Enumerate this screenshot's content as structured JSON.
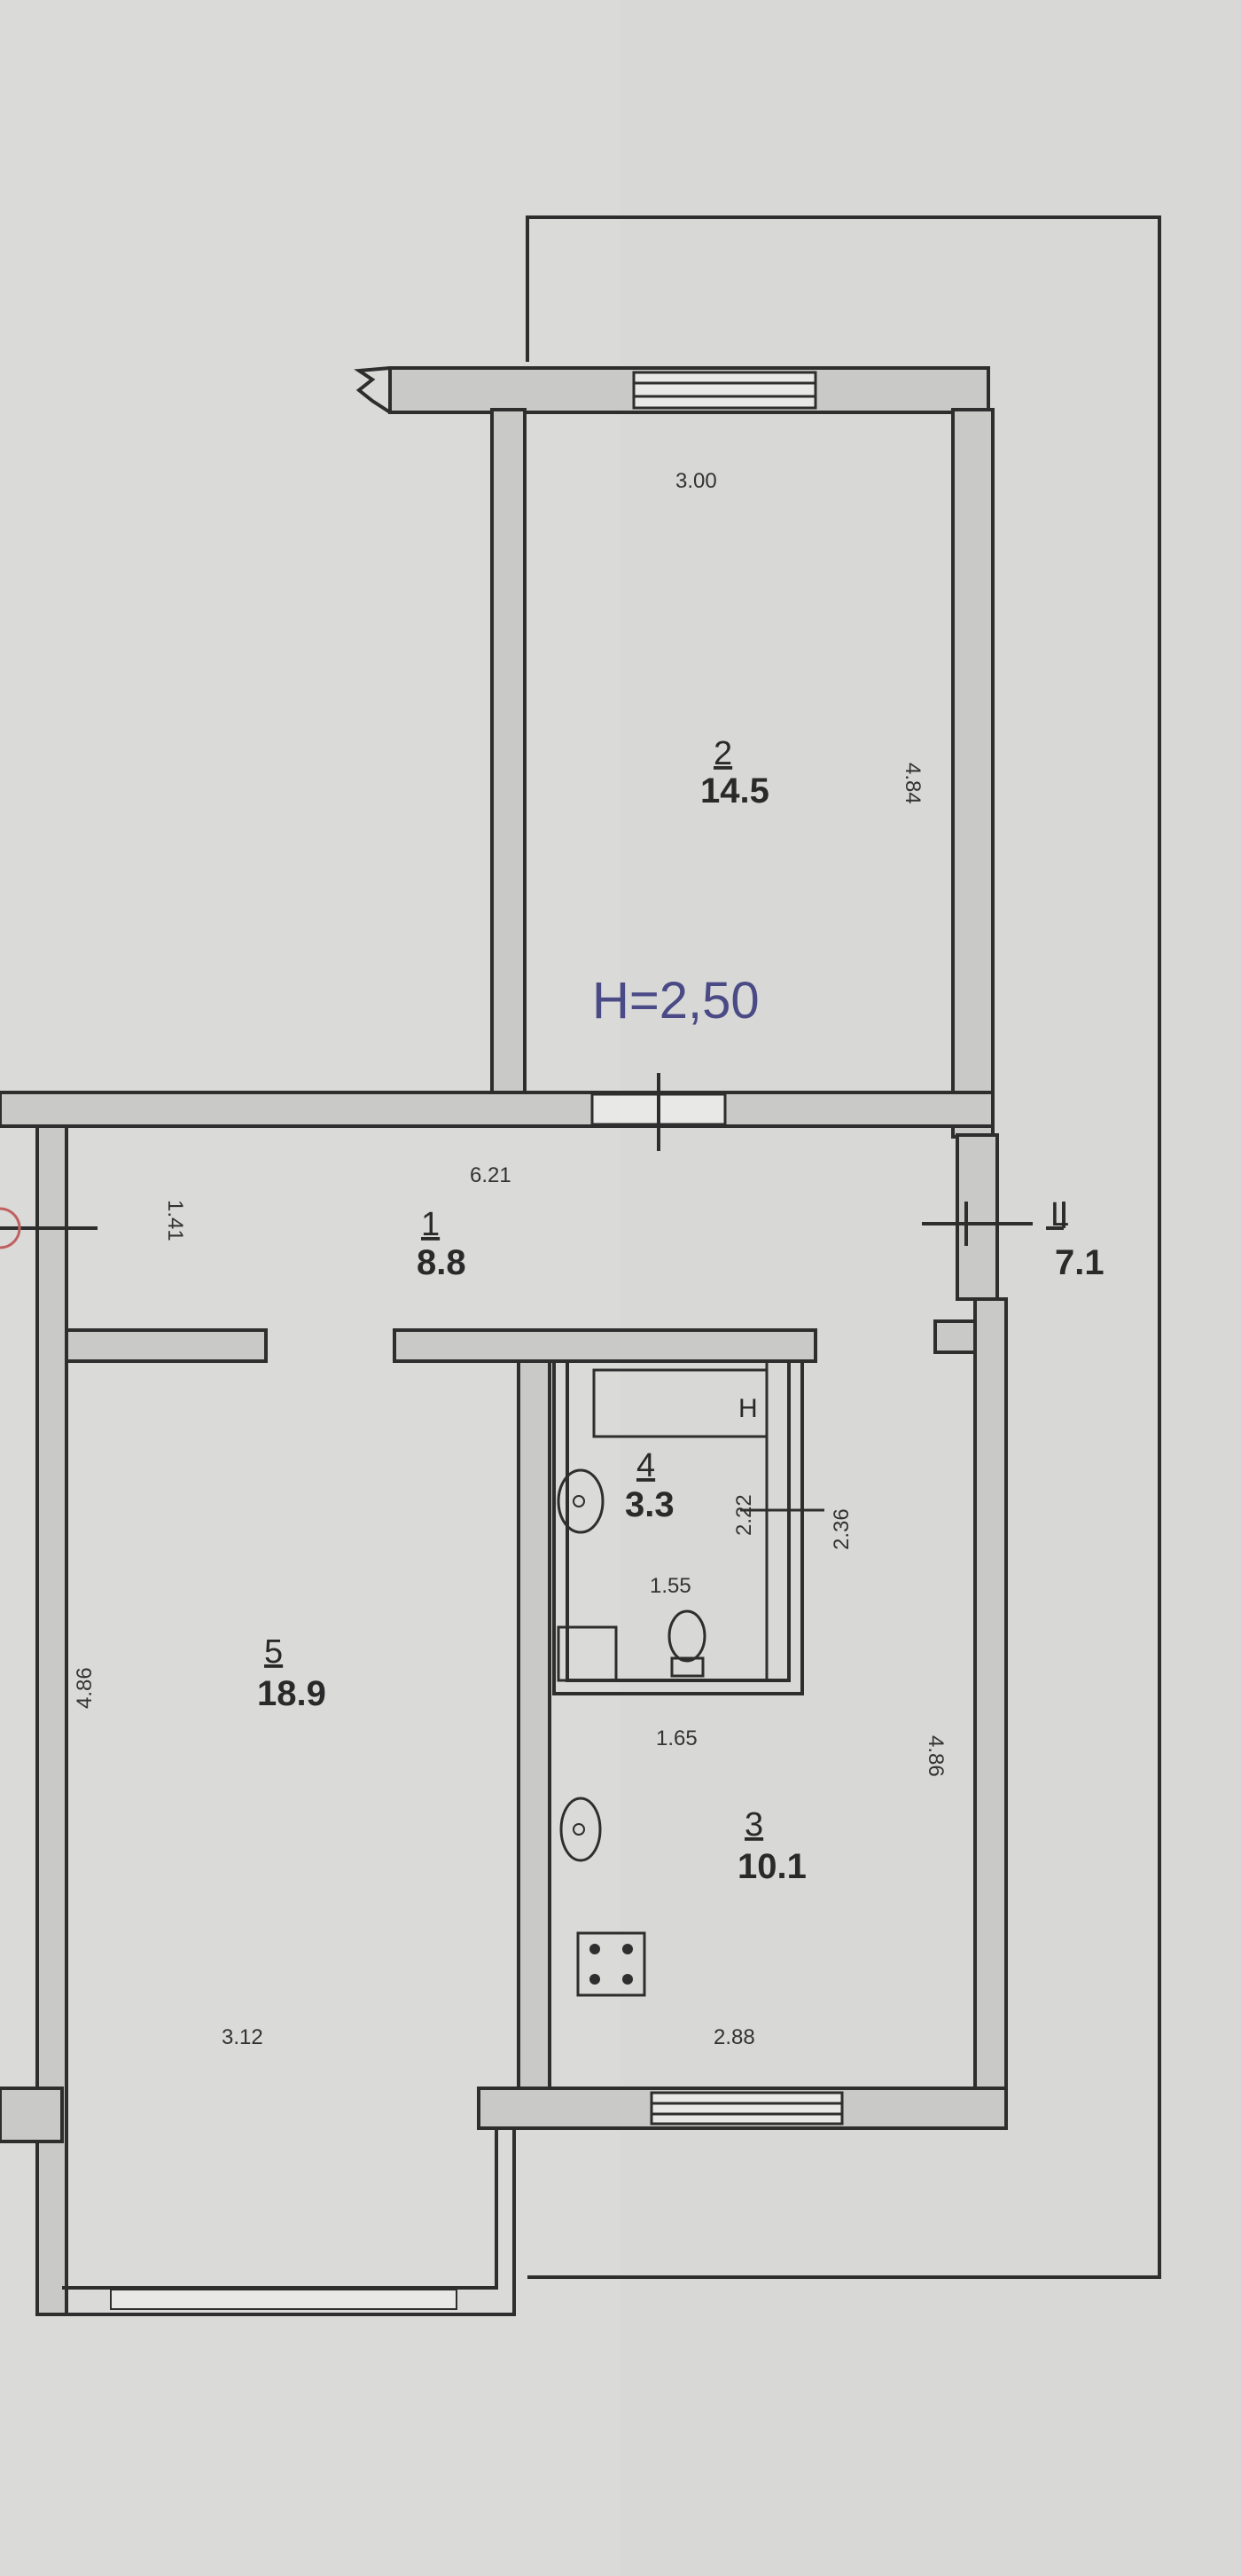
{
  "plan": {
    "ceiling_height": "H=2,50",
    "rooms": [
      {
        "id": "room-1",
        "number": "1",
        "area": "8.8"
      },
      {
        "id": "room-2",
        "number": "2",
        "area": "14.5"
      },
      {
        "id": "room-3",
        "number": "3",
        "area": "10.1"
      },
      {
        "id": "room-4",
        "number": "4",
        "area": "3.3"
      },
      {
        "id": "room-5",
        "number": "5",
        "area": "18.9"
      }
    ],
    "loggia": {
      "symbol": "L",
      "area": "7.1"
    },
    "dimensions": {
      "room2_width": "3.00",
      "room2_length": "4.84",
      "hall_length": "6.21",
      "hall_width": "1.41",
      "bath_height_a": "2.22",
      "bath_height_b": "2.36",
      "bath_width_top": "1.55",
      "bath_width_bottom": "1.65",
      "room3_length": "4.86",
      "room3_width": "2.88",
      "room5_length": "4.86",
      "room5_width": "3.12"
    },
    "bath_mark": "H"
  }
}
